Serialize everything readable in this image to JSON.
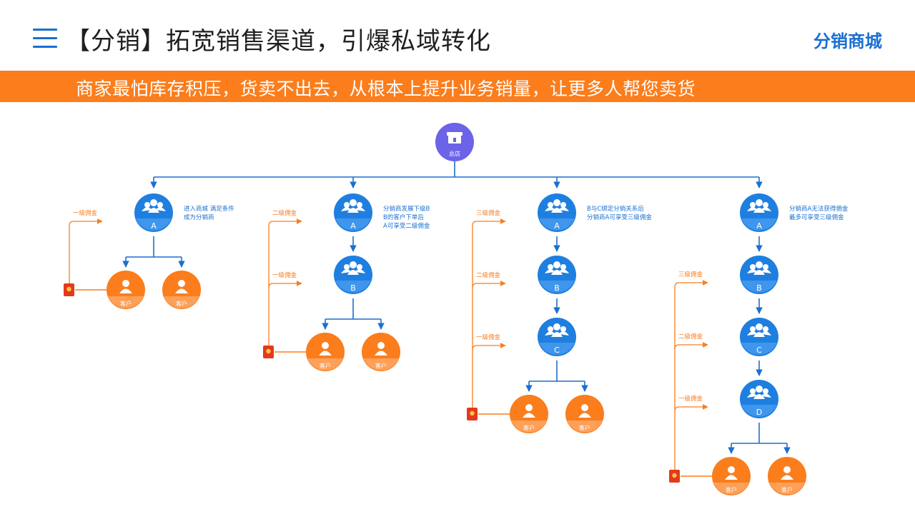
{
  "header": {
    "title": "【分销】拓宽销售渠道，引爆私域转化",
    "brand": "分销商城",
    "banner": "商家最怕库存积压，货卖不出去，从根本上提升业务销量，让更多人帮您卖货"
  },
  "colors": {
    "blue": "#1a6fd1",
    "node_blue": "#1e7fe0",
    "orange": "#fb7d1c",
    "purple": "#6c63e8",
    "red_packet": "#e43a1c"
  },
  "diagram": {
    "root_label": "总店",
    "customer_label": "客户",
    "trees": [
      {
        "nodes": [
          "A"
        ],
        "note": [
          "进入商城 满足条件",
          "成为分销商"
        ],
        "commissions": [
          "一级佣金"
        ]
      },
      {
        "nodes": [
          "A",
          "B"
        ],
        "note": [
          "分销商发展下级B",
          "B的客户下单后",
          "A可享受二级佣金"
        ],
        "commissions": [
          "二级佣金",
          "一级佣金"
        ]
      },
      {
        "nodes": [
          "A",
          "B",
          "C"
        ],
        "note": [
          "B与C绑定分销关系后",
          "分销商A可享受三级佣金"
        ],
        "commissions": [
          "三级佣金",
          "二级佣金",
          "一级佣金"
        ]
      },
      {
        "nodes": [
          "A",
          "B",
          "C",
          "D"
        ],
        "note": [
          "分销商A无法获得佣金",
          "最多可享受三级佣金"
        ],
        "commissions": [
          "三级佣金",
          "二级佣金",
          "一级佣金"
        ]
      }
    ]
  }
}
